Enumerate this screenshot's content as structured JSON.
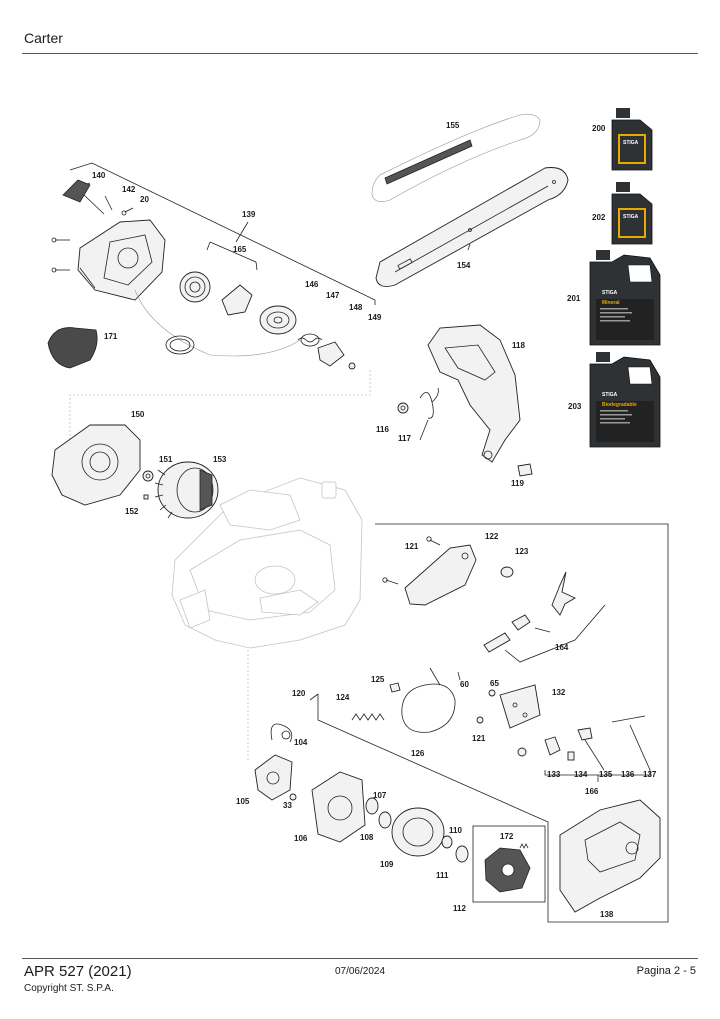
{
  "header": {
    "title": "Carter"
  },
  "footer": {
    "model": "APR 527 (2021)",
    "copyright": "Copyright ST. S.P.A.",
    "date": "07/06/2024",
    "page": "Pagina 2 - 5"
  },
  "parts": {
    "p20": "20",
    "p33": "33",
    "p60": "60",
    "p65": "65",
    "p104": "104",
    "p105": "105",
    "p106": "106",
    "p107": "107",
    "p108": "108",
    "p109": "109",
    "p110": "110",
    "p111": "111",
    "p112": "112",
    "p116": "116",
    "p117": "117",
    "p118": "118",
    "p119": "119",
    "p120": "120",
    "p121a": "121",
    "p121b": "121",
    "p122": "122",
    "p123": "123",
    "p124": "124",
    "p125": "125",
    "p126": "126",
    "p132": "132",
    "p133": "133",
    "p134": "134",
    "p135": "135",
    "p136": "136",
    "p137": "137",
    "p138": "138",
    "p139": "139",
    "p140": "140",
    "p142": "142",
    "p146": "146",
    "p147": "147",
    "p148": "148",
    "p149": "149",
    "p150": "150",
    "p151": "151",
    "p152": "152",
    "p153": "153",
    "p154": "154",
    "p155": "155",
    "p164": "164",
    "p165": "165",
    "p166": "166",
    "p171": "171",
    "p172": "172",
    "p200": "200",
    "p201": "201",
    "p202": "202",
    "p203": "203"
  },
  "bottles": {
    "brand": "STIGA",
    "b201_label": "Mineral",
    "b203_label": "Biodegradable"
  },
  "colors": {
    "bottle_body": "#2f3235",
    "bottle_accent": "#e8a900",
    "cover_fill": "#4a4a4a"
  }
}
